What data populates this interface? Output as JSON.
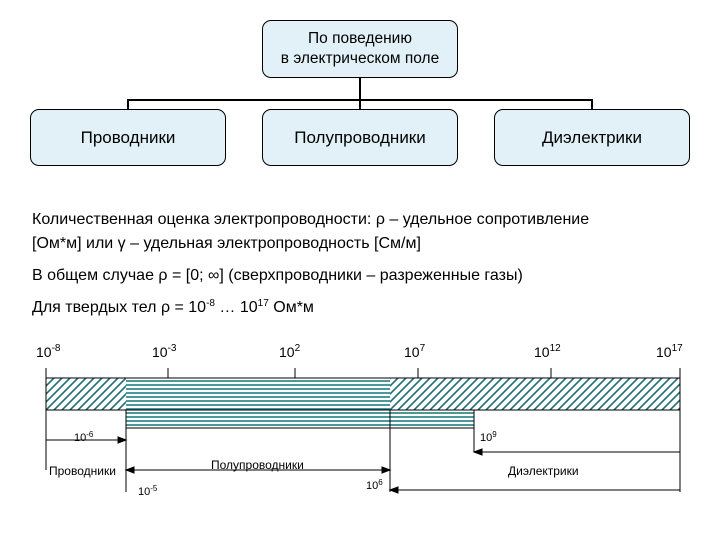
{
  "tree": {
    "root": [
      "По поведению",
      "в электрическом поле"
    ],
    "children": [
      "Проводники",
      "Полупроводники",
      "Диэлектрики"
    ]
  },
  "text": {
    "line1a": "Количественная оценка электропроводности: ρ – удельное сопротивление",
    "line1b": "[Ом*м] или γ – удельная электропроводность [См/м]",
    "line2": "В общем случае ρ = [0; ∞]  (сверхпроводники – разреженные газы)",
    "line3_prefix": "Для твердых тел ρ = 10",
    "line3_exp1": "-8",
    "line3_mid": " … 10",
    "line3_exp2": "17",
    "line3_suffix": " Ом*м"
  },
  "scale": {
    "ticks": [
      {
        "base": "10",
        "exp": "-8"
      },
      {
        "base": "10",
        "exp": "-3"
      },
      {
        "base": "10",
        "exp": "2"
      },
      {
        "base": "10",
        "exp": "7"
      },
      {
        "base": "10",
        "exp": "12"
      },
      {
        "base": "10",
        "exp": "17"
      }
    ],
    "bound_labels": {
      "cond_upper": {
        "base": "10",
        "exp": "-6"
      },
      "diel_lower": {
        "base": "10",
        "exp": "9"
      },
      "semi_lower": {
        "base": "10",
        "exp": "-5"
      },
      "semi_upper": {
        "base": "10",
        "exp": "6"
      }
    },
    "regions": {
      "conductors": "Проводники",
      "semiconductors": "Полупроводники",
      "dielectrics": "Диэлектрики"
    }
  }
}
